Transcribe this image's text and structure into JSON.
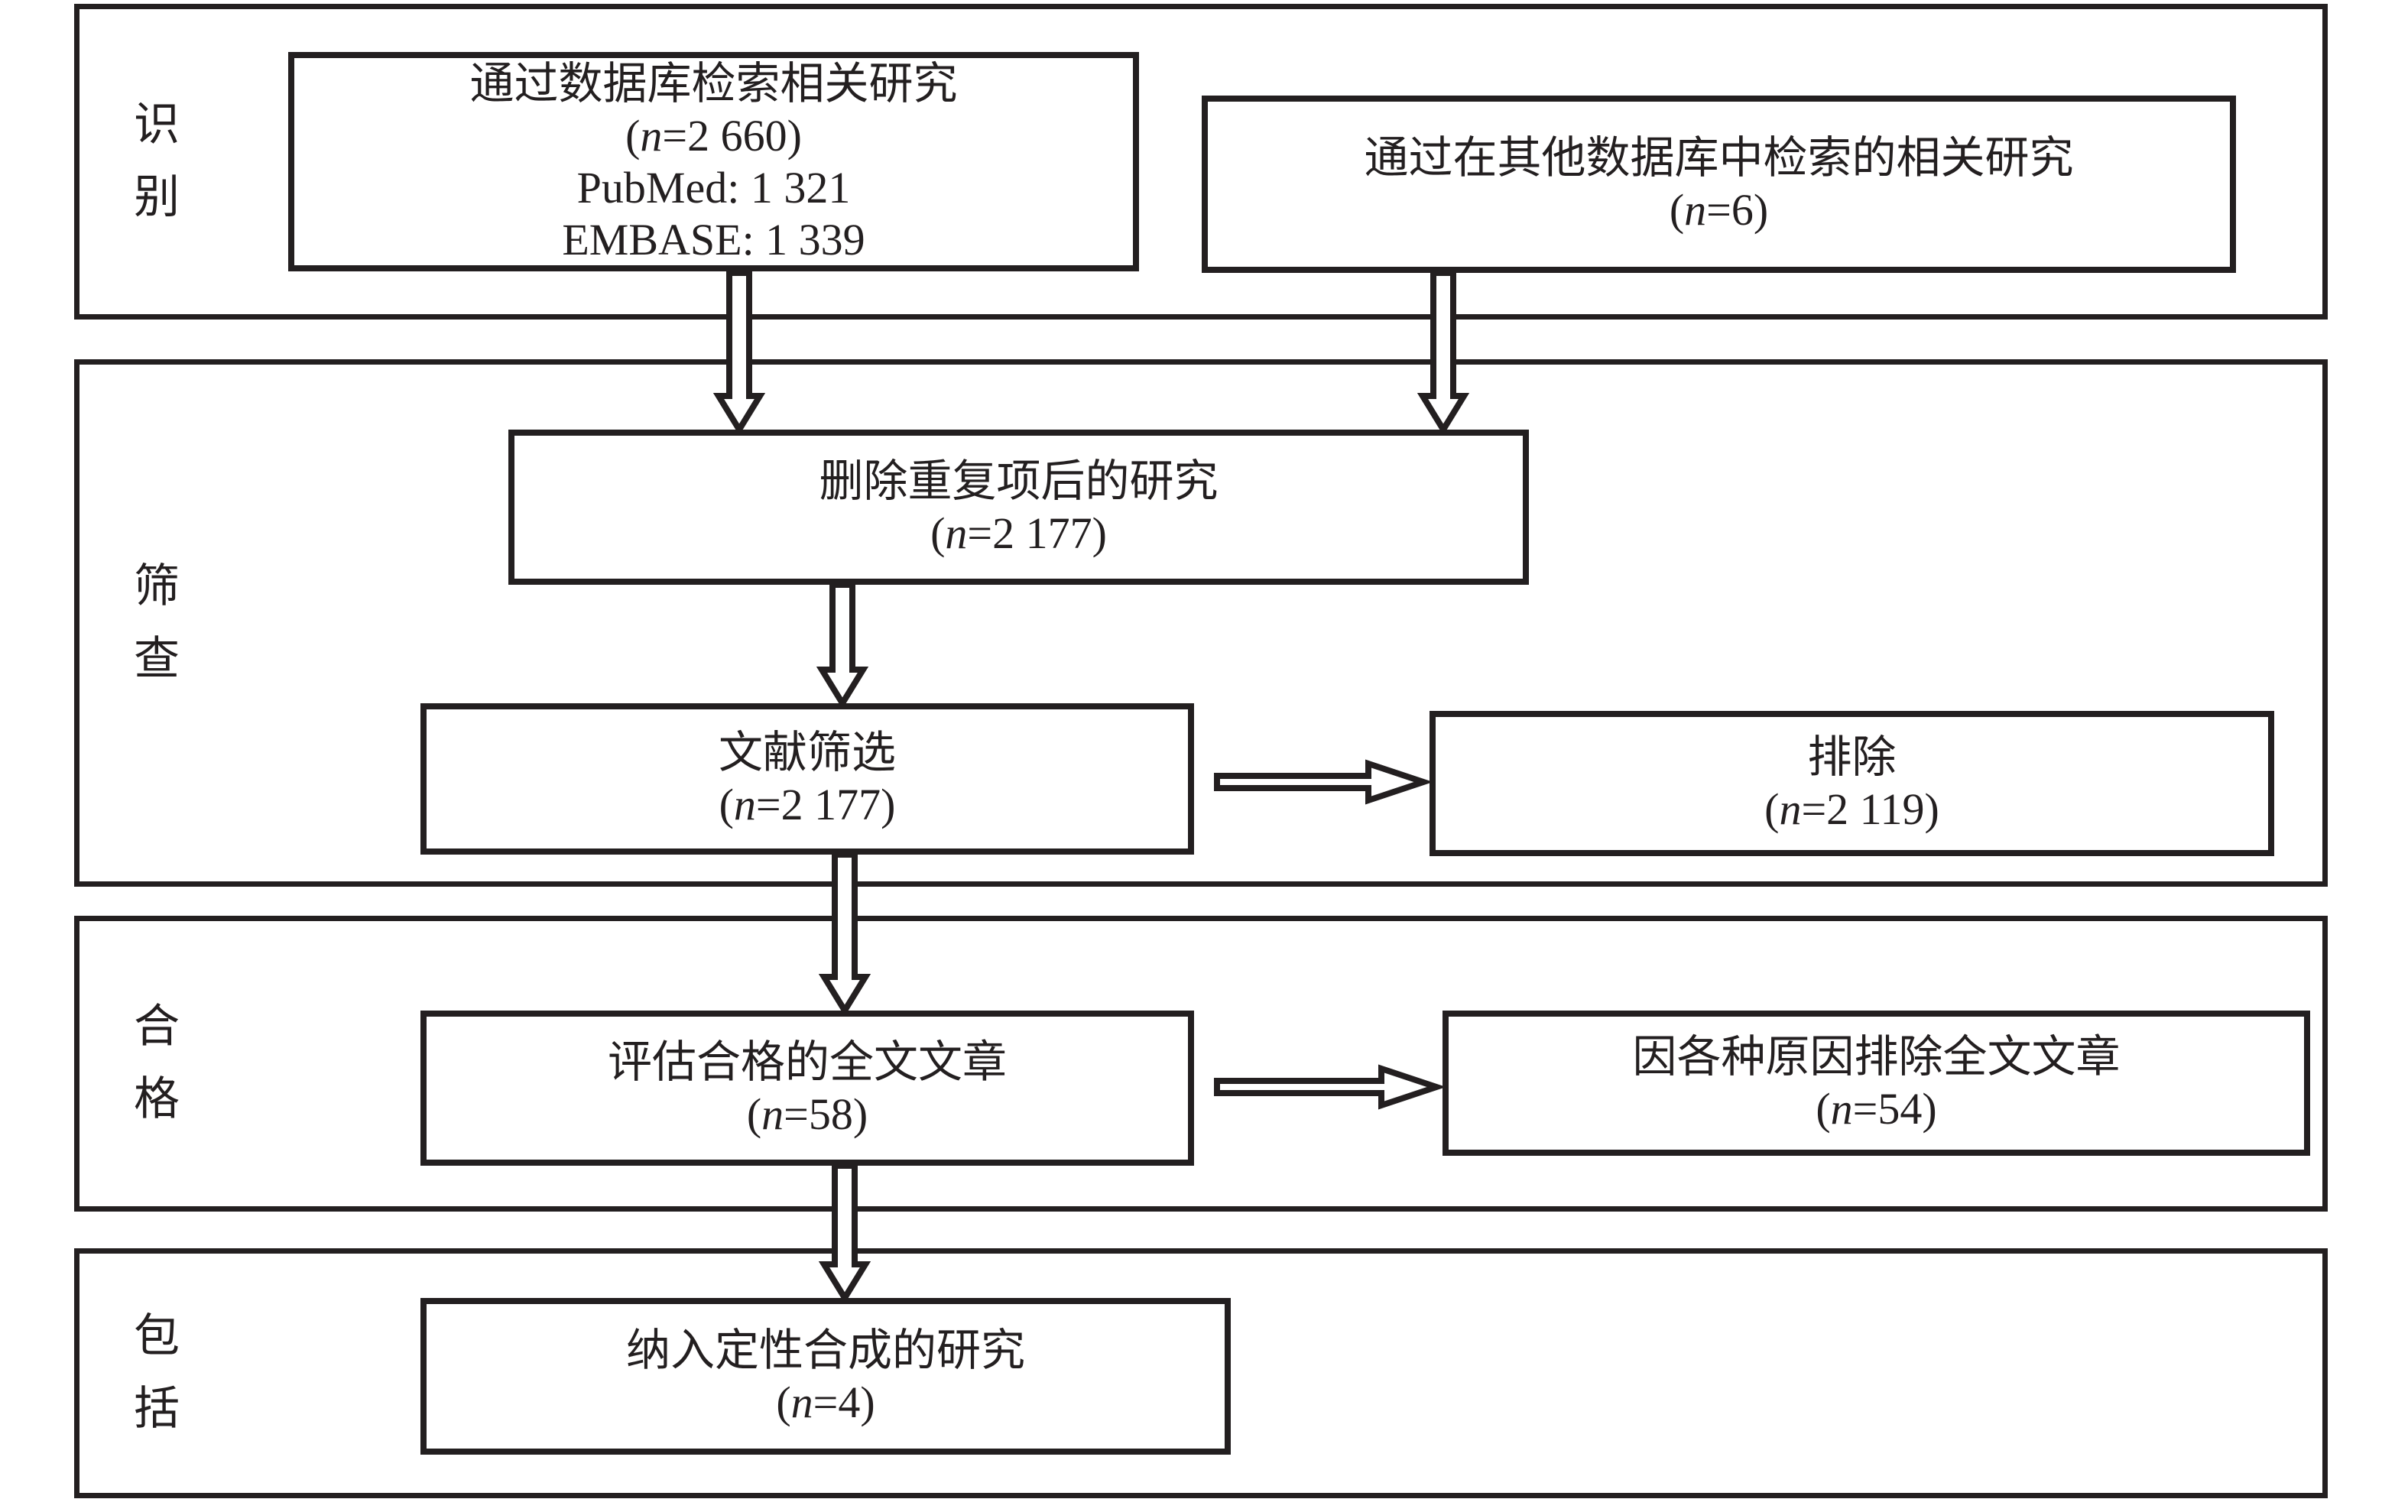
{
  "colors": {
    "ink": "#231f20",
    "background": "#ffffff"
  },
  "stages": {
    "identification": "识别",
    "screening": "筛查",
    "eligibility": "合格",
    "included": "包括"
  },
  "boxes": {
    "db_search": {
      "title": "通过数据库检索相关研究",
      "count": {
        "pre": "(",
        "var": "n",
        "post": "=2 660)"
      },
      "sub1": "PubMed: 1 321",
      "sub2": "EMBASE: 1 339"
    },
    "other_sources": {
      "title": "通过在其他数据库中检索的相关研究",
      "count": {
        "pre": "(",
        "var": "n",
        "post": "=6)"
      }
    },
    "deduplicated": {
      "title": "删除重复项后的研究",
      "count": {
        "pre": "(",
        "var": "n",
        "post": "=2 177)"
      }
    },
    "screened": {
      "title": "文献筛选",
      "count": {
        "pre": "(",
        "var": "n",
        "post": "=2 177)"
      }
    },
    "excluded": {
      "title": "排除",
      "count": {
        "pre": "(",
        "var": "n",
        "post": "=2 119)"
      }
    },
    "fulltext_assessed": {
      "title": "评估合格的全文文章",
      "count": {
        "pre": "(",
        "var": "n",
        "post": "=58)"
      }
    },
    "fulltext_excluded": {
      "title": "因各种原因排除全文文章",
      "count": {
        "pre": "(",
        "var": "n",
        "post": "=54)"
      }
    },
    "included_qualitative": {
      "title": "纳入定性合成的研究",
      "count": {
        "pre": "(",
        "var": "n",
        "post": "=4)"
      }
    }
  }
}
